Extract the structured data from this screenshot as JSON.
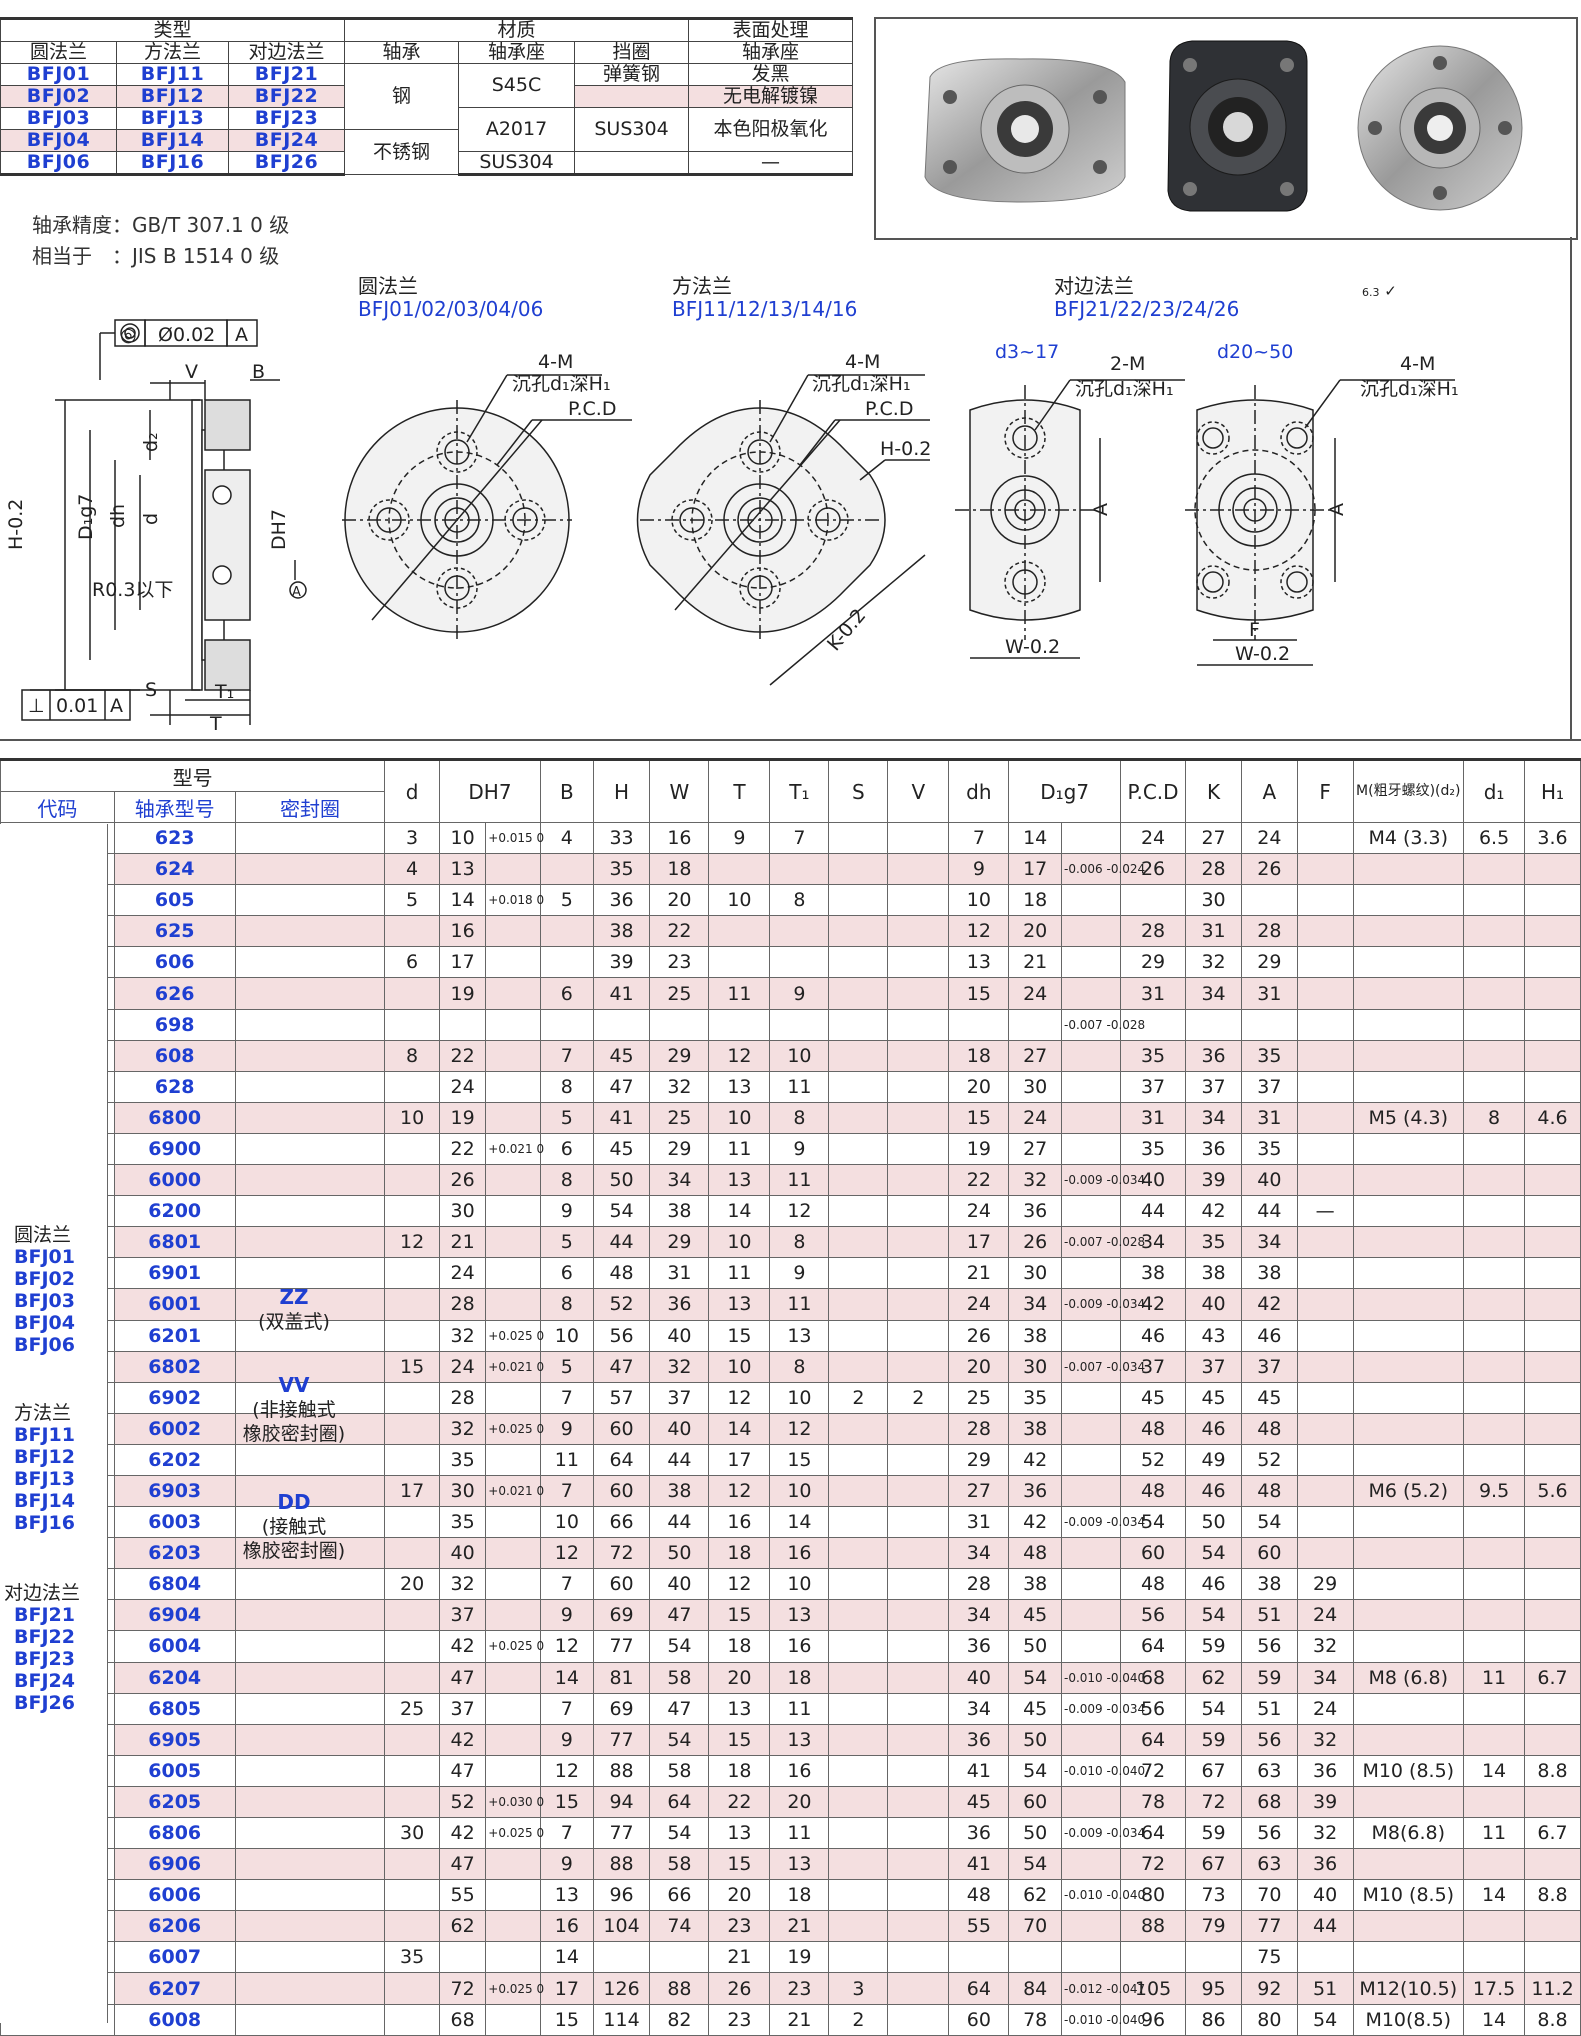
{
  "top_table": {
    "group_type": "类型",
    "group_material": "材质",
    "group_surface": "表面处理",
    "col_round": "圆法兰",
    "col_square": "方法兰",
    "col_opposite": "对边法兰",
    "col_bearing": "轴承",
    "col_housing": "轴承座",
    "col_ring": "挡圈",
    "col_surface_housing": "轴承座",
    "codes": [
      [
        "BFJ01",
        "BFJ11",
        "BFJ21"
      ],
      [
        "BFJ02",
        "BFJ12",
        "BFJ22"
      ],
      [
        "BFJ03",
        "BFJ13",
        "BFJ23"
      ],
      [
        "BFJ04",
        "BFJ14",
        "BFJ24"
      ],
      [
        "BFJ06",
        "BFJ16",
        "BFJ26"
      ]
    ],
    "bearing_steel": "钢",
    "bearing_stainless": "不锈钢",
    "housing_s45c": "S45C",
    "housing_a2017": "A2017",
    "housing_sus304": "SUS304",
    "ring_spring": "弹簧钢",
    "ring_sus304": "SUS304",
    "surface_black": "发黑",
    "surface_nickel": "无电解镀镍",
    "surface_anodize": "本色阳极氧化",
    "surface_none": "—"
  },
  "notes": {
    "line1": "轴承精度：GB/T 307.1 0 级",
    "line2": "相当于　：JIS B 1514 0 级"
  },
  "diagrams": {
    "round_title": "圆法兰",
    "round_models": "BFJ01/02/03/04/06",
    "square_title": "方法兰",
    "square_models": "BFJ11/12/13/14/16",
    "opposite_title": "对边法兰",
    "opposite_models": "BFJ21/22/23/24/26",
    "range_small": "d3~17",
    "range_large": "d20~50",
    "label_4m": "4-M",
    "label_2m": "2-M",
    "label_counterbore": "沉孔d₁深H₁",
    "label_pcd": "P.C.D",
    "label_h": "H-0.2",
    "label_k": "K-0.2",
    "label_a": "A",
    "label_w": "W-0.2",
    "label_f": "F",
    "tol_flatness": "Ø0.02",
    "tol_datum": "A",
    "tol_perp": "0.01",
    "label_v": "V",
    "label_b": "B",
    "label_s": "S",
    "label_t1": "T₁",
    "label_t": "T",
    "label_r": "R0.3以下",
    "label_d2": "d₂",
    "label_dh": "dh",
    "label_d": "d",
    "label_dg7": "D₁g7",
    "label_h02": "H-0.2",
    "label_dh7": "DH7",
    "surface_mark": "6.3"
  },
  "main_table": {
    "group_model": "型号",
    "col_code": "代码",
    "col_bearing_no": "轴承型号",
    "col_seal": "密封圈",
    "headers": [
      "d",
      "DH7",
      "B",
      "H",
      "W",
      "T",
      "T₁",
      "S",
      "V",
      "dh",
      "D₁g7",
      "P.C.D",
      "K",
      "A",
      "F",
      "M(粗牙螺纹)(d₂)",
      "d₁",
      "H₁"
    ],
    "code_groups": [
      {
        "title": "圆法兰",
        "codes": [
          "BFJ01",
          "BFJ02",
          "BFJ03",
          "BFJ04",
          "BFJ06"
        ]
      },
      {
        "title": "方法兰",
        "codes": [
          "BFJ11",
          "BFJ12",
          "BFJ13",
          "BFJ14",
          "BFJ16"
        ]
      },
      {
        "title": "对边法兰",
        "codes": [
          "BFJ21",
          "BFJ22",
          "BFJ23",
          "BFJ24",
          "BFJ26"
        ]
      }
    ],
    "seal_zz": "ZZ",
    "seal_zz_desc": "(双盖式)",
    "seal_vv": "VV",
    "seal_vv_desc1": "(非接触式",
    "seal_vv_desc2": "橡胶密封圈)",
    "seal_dd": "DD",
    "seal_dd_desc1": "(接触式",
    "seal_dd_desc2": "橡胶密封圈)",
    "rows": [
      [
        "623",
        "3",
        "10",
        "+0.015 0",
        "4",
        "33",
        "16",
        "9",
        "7",
        "",
        "",
        "7",
        "14",
        "",
        "24",
        "27",
        "24",
        "",
        "M4 (3.3)",
        "6.5",
        "3.6"
      ],
      [
        "624",
        "4",
        "13",
        "",
        "",
        "35",
        "18",
        "",
        "",
        "",
        "",
        "9",
        "17",
        "-0.006 -0.024",
        "26",
        "28",
        "26",
        "",
        "",
        "",
        ""
      ],
      [
        "605",
        "5",
        "14",
        "+0.018 0",
        "5",
        "36",
        "20",
        "10",
        "8",
        "",
        "",
        "10",
        "18",
        "",
        "",
        "30",
        "",
        "",
        "",
        "",
        ""
      ],
      [
        "625",
        "",
        "16",
        "",
        "",
        "38",
        "22",
        "",
        "",
        "",
        "",
        "12",
        "20",
        "",
        "28",
        "31",
        "28",
        "",
        "",
        "",
        ""
      ],
      [
        "606",
        "6",
        "17",
        "",
        "",
        "39",
        "23",
        "",
        "",
        "",
        "",
        "13",
        "21",
        "",
        "29",
        "32",
        "29",
        "",
        "",
        "",
        ""
      ],
      [
        "626",
        "",
        "19",
        "",
        "6",
        "41",
        "25",
        "11",
        "9",
        "",
        "",
        "15",
        "24",
        "",
        "31",
        "34",
        "31",
        "",
        "",
        "",
        ""
      ],
      [
        "698",
        "",
        "",
        "",
        "",
        "",
        "",
        "",
        "",
        "",
        "",
        "",
        "",
        "-0.007 -0.028",
        "",
        "",
        "",
        "",
        "",
        "",
        ""
      ],
      [
        "608",
        "8",
        "22",
        "",
        "7",
        "45",
        "29",
        "12",
        "10",
        "",
        "",
        "18",
        "27",
        "",
        "35",
        "36",
        "35",
        "",
        "",
        "",
        ""
      ],
      [
        "628",
        "",
        "24",
        "",
        "8",
        "47",
        "32",
        "13",
        "11",
        "",
        "",
        "20",
        "30",
        "",
        "37",
        "37",
        "37",
        "",
        "",
        "",
        ""
      ],
      [
        "6800",
        "10",
        "19",
        "",
        "5",
        "41",
        "25",
        "10",
        "8",
        "",
        "",
        "15",
        "24",
        "",
        "31",
        "34",
        "31",
        "",
        "M5 (4.3)",
        "8",
        "4.6"
      ],
      [
        "6900",
        "",
        "22",
        "+0.021 0",
        "6",
        "45",
        "29",
        "11",
        "9",
        "",
        "",
        "19",
        "27",
        "",
        "35",
        "36",
        "35",
        "",
        "",
        "",
        ""
      ],
      [
        "6000",
        "",
        "26",
        "",
        "8",
        "50",
        "34",
        "13",
        "11",
        "",
        "",
        "22",
        "32",
        "-0.009 -0.034",
        "40",
        "39",
        "40",
        "",
        "",
        "",
        ""
      ],
      [
        "6200",
        "",
        "30",
        "",
        "9",
        "54",
        "38",
        "14",
        "12",
        "",
        "",
        "24",
        "36",
        "",
        "44",
        "42",
        "44",
        "—",
        "",
        "",
        ""
      ],
      [
        "6801",
        "12",
        "21",
        "",
        "5",
        "44",
        "29",
        "10",
        "8",
        "",
        "",
        "17",
        "26",
        "-0.007 -0.028",
        "34",
        "35",
        "34",
        "",
        "",
        "",
        ""
      ],
      [
        "6901",
        "",
        "24",
        "",
        "6",
        "48",
        "31",
        "11",
        "9",
        "",
        "",
        "21",
        "30",
        "",
        "38",
        "38",
        "38",
        "",
        "",
        "",
        ""
      ],
      [
        "6001",
        "",
        "28",
        "",
        "8",
        "52",
        "36",
        "13",
        "11",
        "",
        "",
        "24",
        "34",
        "-0.009 -0.034",
        "42",
        "40",
        "42",
        "",
        "",
        "",
        ""
      ],
      [
        "6201",
        "",
        "32",
        "+0.025 0",
        "10",
        "56",
        "40",
        "15",
        "13",
        "",
        "",
        "26",
        "38",
        "",
        "46",
        "43",
        "46",
        "",
        "",
        "",
        ""
      ],
      [
        "6802",
        "15",
        "24",
        "+0.021 0",
        "5",
        "47",
        "32",
        "10",
        "8",
        "",
        "",
        "20",
        "30",
        "-0.007 -0.034",
        "37",
        "37",
        "37",
        "",
        "",
        "",
        ""
      ],
      [
        "6902",
        "",
        "28",
        "",
        "7",
        "57",
        "37",
        "12",
        "10",
        "2",
        "2",
        "25",
        "35",
        "",
        "45",
        "45",
        "45",
        "",
        "",
        "",
        ""
      ],
      [
        "6002",
        "",
        "32",
        "+0.025 0",
        "9",
        "60",
        "40",
        "14",
        "12",
        "",
        "",
        "28",
        "38",
        "",
        "48",
        "46",
        "48",
        "",
        "",
        "",
        ""
      ],
      [
        "6202",
        "",
        "35",
        "",
        "11",
        "64",
        "44",
        "17",
        "15",
        "",
        "",
        "29",
        "42",
        "",
        "52",
        "49",
        "52",
        "",
        "",
        "",
        ""
      ],
      [
        "6903",
        "17",
        "30",
        "+0.021 0",
        "7",
        "60",
        "38",
        "12",
        "10",
        "",
        "",
        "27",
        "36",
        "",
        "48",
        "46",
        "48",
        "",
        "M6 (5.2)",
        "9.5",
        "5.6"
      ],
      [
        "6003",
        "",
        "35",
        "",
        "10",
        "66",
        "44",
        "16",
        "14",
        "",
        "",
        "31",
        "42",
        "-0.009 -0.034",
        "54",
        "50",
        "54",
        "",
        "",
        "",
        ""
      ],
      [
        "6203",
        "",
        "40",
        "",
        "12",
        "72",
        "50",
        "18",
        "16",
        "",
        "",
        "34",
        "48",
        "",
        "60",
        "54",
        "60",
        "",
        "",
        "",
        ""
      ],
      [
        "6804",
        "20",
        "32",
        "",
        "7",
        "60",
        "40",
        "12",
        "10",
        "",
        "",
        "28",
        "38",
        "",
        "48",
        "46",
        "38",
        "29",
        "",
        "",
        ""
      ],
      [
        "6904",
        "",
        "37",
        "",
        "9",
        "69",
        "47",
        "15",
        "13",
        "",
        "",
        "34",
        "45",
        "",
        "56",
        "54",
        "51",
        "24",
        "",
        "",
        ""
      ],
      [
        "6004",
        "",
        "42",
        "+0.025 0",
        "12",
        "77",
        "54",
        "18",
        "16",
        "",
        "",
        "36",
        "50",
        "",
        "64",
        "59",
        "56",
        "32",
        "",
        "",
        ""
      ],
      [
        "6204",
        "",
        "47",
        "",
        "14",
        "81",
        "58",
        "20",
        "18",
        "",
        "",
        "40",
        "54",
        "-0.010 -0.040",
        "68",
        "62",
        "59",
        "34",
        "M8 (6.8)",
        "11",
        "6.7"
      ],
      [
        "6805",
        "25",
        "37",
        "",
        "7",
        "69",
        "47",
        "13",
        "11",
        "",
        "",
        "34",
        "45",
        "-0.009 -0.034",
        "56",
        "54",
        "51",
        "24",
        "",
        "",
        ""
      ],
      [
        "6905",
        "",
        "42",
        "",
        "9",
        "77",
        "54",
        "15",
        "13",
        "",
        "",
        "36",
        "50",
        "",
        "64",
        "59",
        "56",
        "32",
        "",
        "",
        ""
      ],
      [
        "6005",
        "",
        "47",
        "",
        "12",
        "88",
        "58",
        "18",
        "16",
        "",
        "",
        "41",
        "54",
        "-0.010 -0.040",
        "72",
        "67",
        "63",
        "36",
        "M10 (8.5)",
        "14",
        "8.8"
      ],
      [
        "6205",
        "",
        "52",
        "+0.030 0",
        "15",
        "94",
        "64",
        "22",
        "20",
        "",
        "",
        "45",
        "60",
        "",
        "78",
        "72",
        "68",
        "39",
        "",
        "",
        ""
      ],
      [
        "6806",
        "30",
        "42",
        "+0.025 0",
        "7",
        "77",
        "54",
        "13",
        "11",
        "",
        "",
        "36",
        "50",
        "-0.009 -0.034",
        "64",
        "59",
        "56",
        "32",
        "M8(6.8)",
        "11",
        "6.7"
      ],
      [
        "6906",
        "",
        "47",
        "",
        "9",
        "88",
        "58",
        "15",
        "13",
        "",
        "",
        "41",
        "54",
        "",
        "72",
        "67",
        "63",
        "36",
        "",
        "",
        ""
      ],
      [
        "6006",
        "",
        "55",
        "",
        "13",
        "96",
        "66",
        "20",
        "18",
        "",
        "",
        "48",
        "62",
        "-0.010 -0.040",
        "80",
        "73",
        "70",
        "40",
        "M10 (8.5)",
        "14",
        "8.8"
      ],
      [
        "6206",
        "",
        "62",
        "",
        "16",
        "104",
        "74",
        "23",
        "21",
        "",
        "",
        "55",
        "70",
        "",
        "88",
        "79",
        "77",
        "44",
        "",
        "",
        ""
      ],
      [
        "6007",
        "35",
        "",
        "",
        "14",
        "",
        "",
        "21",
        "19",
        "",
        "",
        "",
        "",
        "",
        "",
        "",
        "75",
        "",
        "",
        "",
        ""
      ],
      [
        "6207",
        "",
        "72",
        "+0.025 0",
        "17",
        "126",
        "88",
        "26",
        "23",
        "3",
        "",
        "64",
        "84",
        "-0.012 -0.047",
        "105",
        "95",
        "92",
        "51",
        "M12(10.5)",
        "17.5",
        "11.2"
      ],
      [
        "6008",
        "",
        "68",
        "",
        "15",
        "114",
        "82",
        "23",
        "21",
        "2",
        "",
        "60",
        "78",
        "-0.010 -0.040",
        "96",
        "86",
        "80",
        "54",
        "M10(8.5)",
        "14",
        "8.8"
      ]
    ]
  }
}
